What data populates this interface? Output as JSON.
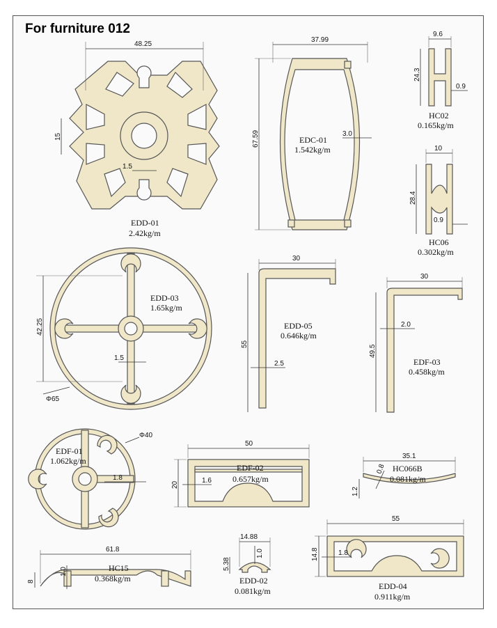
{
  "title": "For furniture 012",
  "colors": {
    "profile_fill": "#efe7c8",
    "outline": "#555555",
    "background": "#fafafa"
  },
  "profiles": {
    "edd01": {
      "name": "EDD-01",
      "weight": "2.42kg/m",
      "dims": [
        "48.25",
        "15",
        "1.5"
      ]
    },
    "edc01": {
      "name": "EDC-01",
      "weight": "1.542kg/m",
      "dims": [
        "37.99",
        "67.59",
        "3.0"
      ]
    },
    "hc02": {
      "name": "HC02",
      "weight": "0.165kg/m",
      "dims": [
        "9.6",
        "24.3",
        "0.9"
      ]
    },
    "hc06": {
      "name": "HC06",
      "weight": "0.302kg/m",
      "dims": [
        "10",
        "28.4",
        "0.9"
      ]
    },
    "edd03": {
      "name": "EDD-03",
      "weight": "1.65kg/m",
      "dims": [
        "42.25",
        "1.5",
        "Φ65"
      ]
    },
    "edd05": {
      "name": "EDD-05",
      "weight": "0.646kg/m",
      "dims": [
        "30",
        "55",
        "2.5"
      ]
    },
    "edf03": {
      "name": "EDF-03",
      "weight": "0.458kg/m",
      "dims": [
        "30",
        "49.5",
        "2.0"
      ]
    },
    "edf01": {
      "name": "EDF-01",
      "weight": "1.062kg/m",
      "dims": [
        "Φ40",
        "1.8"
      ]
    },
    "edf02": {
      "name": "EDF-02",
      "weight": "0.657kg/m",
      "dims": [
        "50",
        "20",
        "1.6"
      ]
    },
    "hc066b": {
      "name": "HC066B",
      "weight": "0.081kg/m",
      "dims": [
        "35.1",
        "0.8",
        "1.2"
      ]
    },
    "hc15": {
      "name": "HC15",
      "weight": "0.368kg/m",
      "dims": [
        "61.8",
        "8",
        "1.0"
      ]
    },
    "edd02": {
      "name": "EDD-02",
      "weight": "0.081kg/m",
      "dims": [
        "14.88",
        "5.38",
        "1.0"
      ]
    },
    "edd04": {
      "name": "EDD-04",
      "weight": "0.911kg/m",
      "dims": [
        "55",
        "14.8",
        "1.8"
      ]
    }
  }
}
